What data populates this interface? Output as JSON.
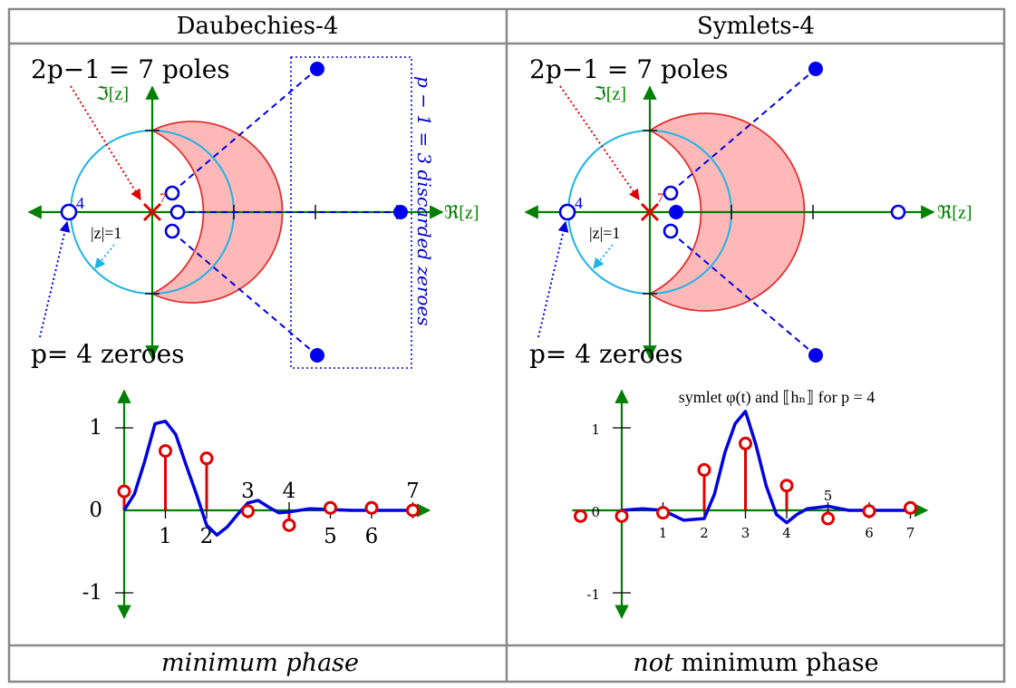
{
  "headers": {
    "left": "Daubechies-4",
    "right": "Symlets-4"
  },
  "footers": {
    "left_italic": "minimum phase",
    "right_italic": "not",
    "right_rest": " minimum phase"
  },
  "pz": {
    "poles_label": "2p−1 = 7 poles",
    "zeroes_label": "p= 4 zeroes",
    "imag_axis": "ℑ[z]",
    "real_axis": "ℜ[z]",
    "unit_circle_label": "|z|=1",
    "multiplicity": "4",
    "pole_multiplicity": "7",
    "discarded_label": "p − 1 = 3 discarded zeroes"
  },
  "colors": {
    "axis": "#008000",
    "unit_circle": "#1eb4e6",
    "region": "#ff9a9a",
    "region_edge": "#e03030",
    "zero": "#0000e0",
    "pole": "#e00000",
    "curve": "#0000e0",
    "stem": "#e00000"
  },
  "wavelet_title": "symlet φ(t) and ⟦hₙ⟧ for p = 4",
  "chart_data": [
    {
      "type": "line",
      "title": "",
      "series": [
        {
          "name": "",
          "kind": "curve",
          "x": [
            0,
            0.25,
            0.5,
            0.75,
            1.0,
            1.25,
            1.5,
            1.75,
            2.0,
            2.25,
            2.5,
            2.75,
            3.0,
            3.25,
            3.5,
            3.75,
            4.0,
            4.5,
            5.0,
            5.5,
            6.0,
            6.5,
            7.0
          ],
          "y": [
            0,
            0.2,
            0.6,
            1.05,
            1.08,
            0.92,
            0.55,
            0.2,
            -0.18,
            -0.3,
            -0.2,
            -0.05,
            0.09,
            0.12,
            0.04,
            -0.03,
            -0.02,
            0.02,
            0.01,
            0,
            0,
            0,
            0
          ]
        },
        {
          "name": "",
          "kind": "stem",
          "x": [
            0,
            1,
            2,
            3,
            4,
            5,
            6,
            7
          ],
          "y": [
            0.23,
            0.72,
            0.63,
            -0.01,
            -0.18,
            0.03,
            0.03,
            0.0
          ]
        }
      ],
      "x_tick_labels": [
        "1",
        "2",
        "3",
        "4",
        "5",
        "6",
        "7"
      ],
      "y_tick_labels": [
        "1",
        "0",
        "-1"
      ],
      "xlim": [
        0,
        7.4
      ],
      "ylim": [
        -1.3,
        1.45
      ]
    },
    {
      "type": "line",
      "title": "symlet φ(t) and ⟦hₙ⟧ for p = 4",
      "series": [
        {
          "name": "",
          "kind": "curve",
          "x": [
            0,
            0.5,
            1.0,
            1.5,
            2.0,
            2.25,
            2.5,
            2.75,
            3.0,
            3.25,
            3.5,
            3.75,
            4.0,
            4.25,
            4.5,
            5.0,
            5.5,
            6.0,
            6.5,
            7.0
          ],
          "y": [
            0,
            0.02,
            0.0,
            -0.12,
            -0.1,
            0.2,
            0.7,
            1.05,
            1.2,
            0.8,
            0.3,
            -0.05,
            -0.15,
            -0.05,
            0.02,
            0.05,
            0.0,
            0,
            0,
            0
          ]
        },
        {
          "name": "",
          "kind": "stem",
          "x": [
            -1,
            0,
            1,
            2,
            3,
            4,
            5,
            6,
            7
          ],
          "y": [
            -0.07,
            -0.07,
            -0.03,
            0.49,
            0.81,
            0.3,
            -0.1,
            -0.01,
            0.03
          ]
        }
      ],
      "x_tick_labels": [
        "1",
        "2",
        "3",
        "4",
        "5",
        "6",
        "7"
      ],
      "y_tick_labels": [
        "1",
        "0",
        "-1"
      ],
      "xlim": [
        -1.2,
        7.4
      ],
      "ylim": [
        -1.3,
        1.45
      ]
    }
  ]
}
